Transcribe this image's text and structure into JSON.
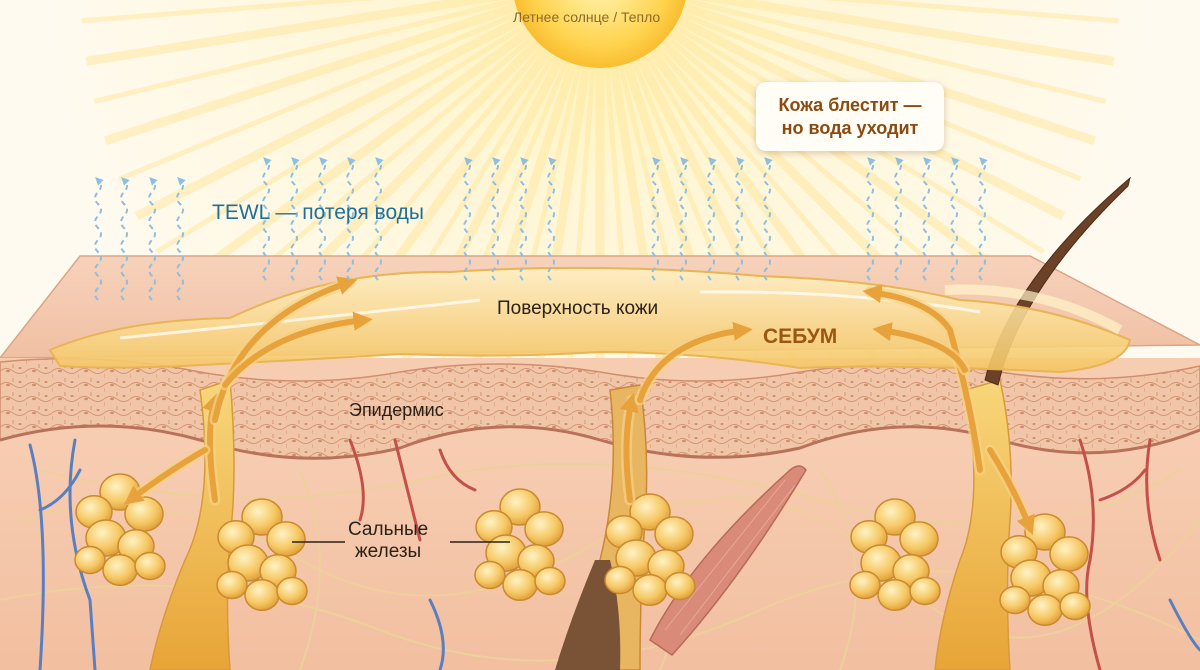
{
  "sun": {
    "caption": "Летнее солнце / Тепло"
  },
  "labels": {
    "tewl": "TEWL — потеря воды",
    "surface": "Поверхность кожи",
    "sebum": "СЕБУМ",
    "epidermis": "Эпидермис",
    "glands_line1": "Сальные",
    "glands_line2": "железы"
  },
  "callout": {
    "line1": "Кожа блестит —",
    "line2": "но вода уходит"
  },
  "icons": [
    "sun-icon",
    "water-vapor-arrow-icon",
    "sebum-flow-arrow-icon",
    "hair-icon",
    "sebaceous-gland-icon",
    "blood-vessel-icon",
    "muscle-icon"
  ],
  "colors": {
    "tewl": "#1f6f9a",
    "sebum": "#9a5712",
    "callout_text": "#8a4a12",
    "vapor_arrows": "#8dbfe0",
    "sebum_arrows": "#e8a23c",
    "skin": "#f6cbb0",
    "gland": "#f4c263"
  }
}
